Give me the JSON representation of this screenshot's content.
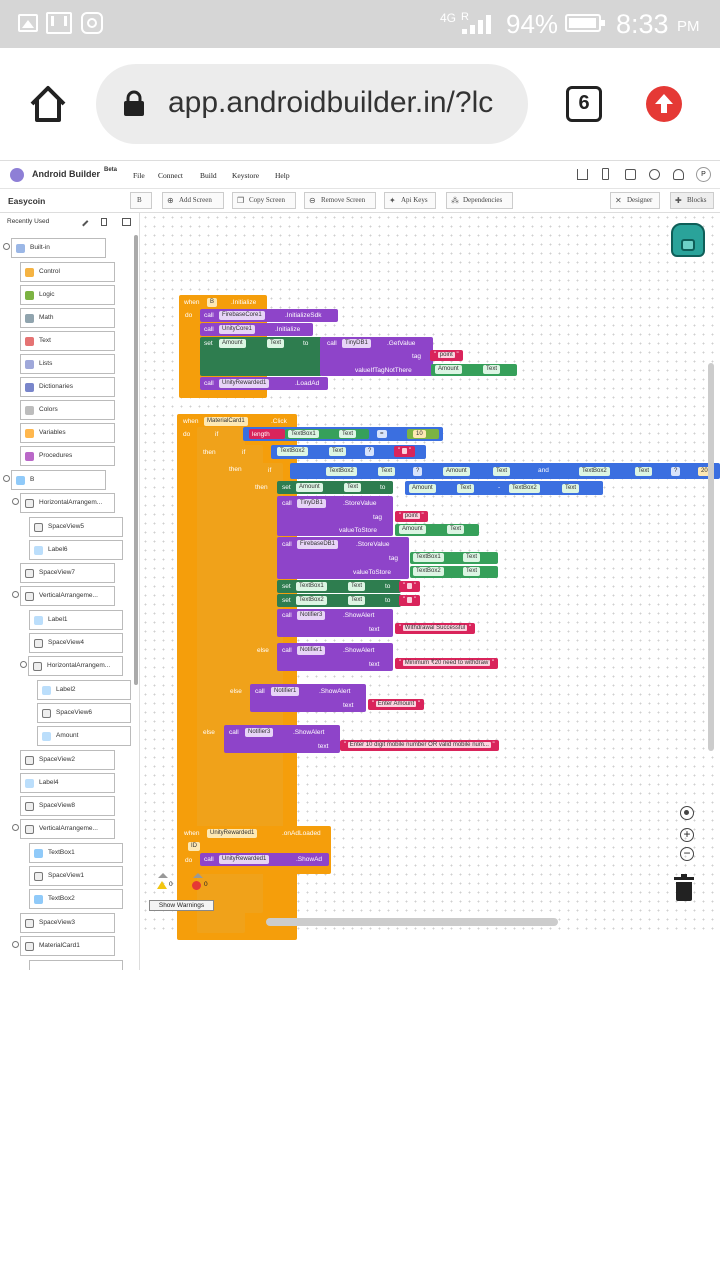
{
  "status": {
    "network": "4G",
    "roaming": "R",
    "battery": "94%",
    "time": "8:33",
    "ampm": "PM"
  },
  "browser": {
    "url": "app.androidbuilder.in/?lc",
    "tab_count": "6"
  },
  "app": {
    "title": "Android Builder",
    "beta": "Beta",
    "menu": [
      "File",
      "Connect",
      "Build",
      "Keystore",
      "Help"
    ],
    "user_initial": "P",
    "project": "Easycoin",
    "screen_select": "B",
    "toolbar": {
      "add_screen": "Add Screen",
      "copy_screen": "Copy Screen",
      "remove_screen": "Remove Screen",
      "api_keys": "Api Keys",
      "dependencies": "Dependencies",
      "designer": "Designer",
      "blocks": "Blocks"
    },
    "recently_used": "Recently Used",
    "builtin": "Built-in",
    "builtin_items": [
      "Control",
      "Logic",
      "Math",
      "Text",
      "Lists",
      "Dictionaries",
      "Colors",
      "Variables",
      "Procedures"
    ],
    "components": [
      "B",
      "HorizontalArrangem...",
      "SpaceView5",
      "Label6",
      "SpaceView7",
      "VerticalArrangeme...",
      "Label1",
      "SpaceView4",
      "HorizontalArrangem...",
      "Label2",
      "SpaceView6",
      "Amount",
      "SpaceView2",
      "Label4",
      "SpaceView8",
      "VerticalArrangeme...",
      "TextBox1",
      "SpaceView1",
      "TextBox2",
      "SpaceView3",
      "MaterialCard1"
    ],
    "warnings": {
      "warn_count": "0",
      "error_count": "0",
      "button": "Show Warnings"
    }
  },
  "blocks": {
    "init": {
      "when": "when",
      "component": "B",
      "event": ".Initialize",
      "do": "do",
      "call": "call",
      "firebase": "FirebaseCore1",
      "init_sdk": ".InitializeSdk",
      "unity": "UnityCore1",
      "initialize": ".Initialize",
      "set": "set",
      "amount": "Amount",
      "text": "Text",
      "to": "to",
      "tinydb": "TinyDB1",
      "getvalue": ".GetValue",
      "tag": "tag",
      "point": "point",
      "value_if": "valueIfTagNotThere",
      "unityrewarded": "UnityRewarded1",
      "loadad": ".LoadAd"
    },
    "click": {
      "when": "when",
      "component": "MaterialCard1",
      "event": ".Click",
      "do": "do",
      "if": "if",
      "length": "length",
      "textbox1": "TextBox1",
      "text": "Text",
      "eq": "=",
      "ten": "10",
      "then": "then",
      "textbox2": "TextBox2",
      "q": "?",
      "amount": "Amount",
      "and": "and",
      "twenty": "20",
      "set": "set",
      "to": "to",
      "minus": "-",
      "call": "call",
      "tinydb": "TinyDB1",
      "storevalue": ".StoreValue",
      "tag": "tag",
      "point": "point",
      "value_to_store": "valueToStore",
      "firebasedb": "FirebaseDB1",
      "notifier3": "Notifier3",
      "notifier1": "Notifier1",
      "showalert": ".ShowAlert",
      "msg_success": "Withdrawal Successful",
      "msg_min": "Minimum ₹20  need to withdraw",
      "msg_enter": "Enter Amount",
      "msg_mobile": "Enter 10 digit mobile number OR valid mobile num...",
      "else": "else",
      "text_label": "text"
    },
    "adloaded": {
      "when": "when",
      "component": "UnityRewarded1",
      "event": ".onAdLoaded",
      "param": "ID",
      "do": "do",
      "call": "call",
      "showad": ".ShowAd"
    }
  },
  "colors": {
    "event": "#f59e0b",
    "call": "#8e44c9",
    "set": "#36a05a",
    "text": "#d9245b",
    "logic": "#3b6fe0"
  }
}
